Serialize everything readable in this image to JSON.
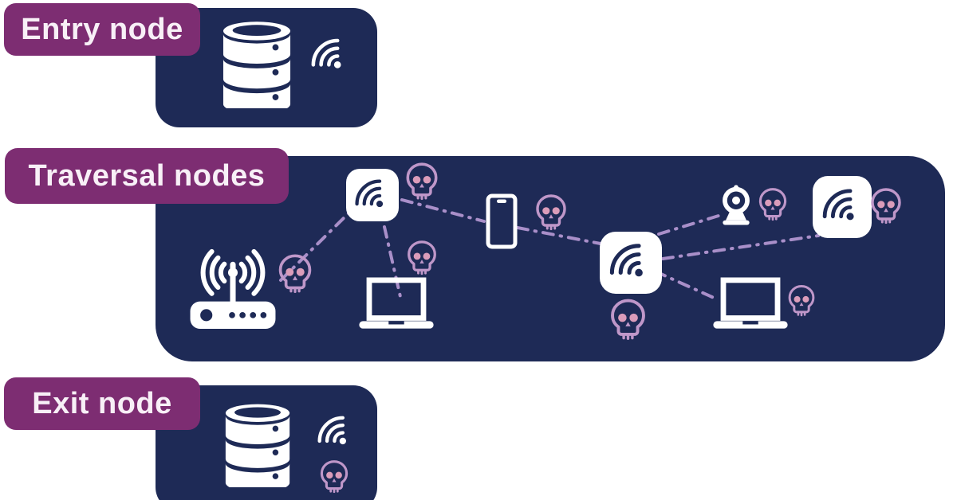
{
  "colors": {
    "background": "#ffffff",
    "panel-navy": "#1e2a56",
    "label-purple": "#7d2d72",
    "label-text": "#f8f0f7",
    "icon-white": "#ffffff",
    "skull": "#bf97c9",
    "skull-eye": "#db9cba",
    "dash": "#a98fc9"
  },
  "sections": {
    "entry": {
      "label": "Entry node",
      "icons": [
        "database-icon",
        "wifi-signal-icon"
      ]
    },
    "traversal": {
      "label": "Traversal nodes",
      "devices": [
        "wifi-router",
        "access-point",
        "laptop",
        "smartphone",
        "access-point",
        "webcam",
        "access-point",
        "laptop"
      ],
      "threat_marker": "skull-icon",
      "connections": [
        "wifi-router - access-point-1",
        "access-point-1 - laptop-1",
        "access-point-1 - smartphone",
        "smartphone - access-point-center",
        "access-point-center - webcam",
        "access-point-center - access-point-right",
        "access-point-center - laptop-2"
      ]
    },
    "exit": {
      "label": "Exit node",
      "icons": [
        "database-icon",
        "wifi-signal-icon",
        "skull-icon"
      ]
    }
  }
}
